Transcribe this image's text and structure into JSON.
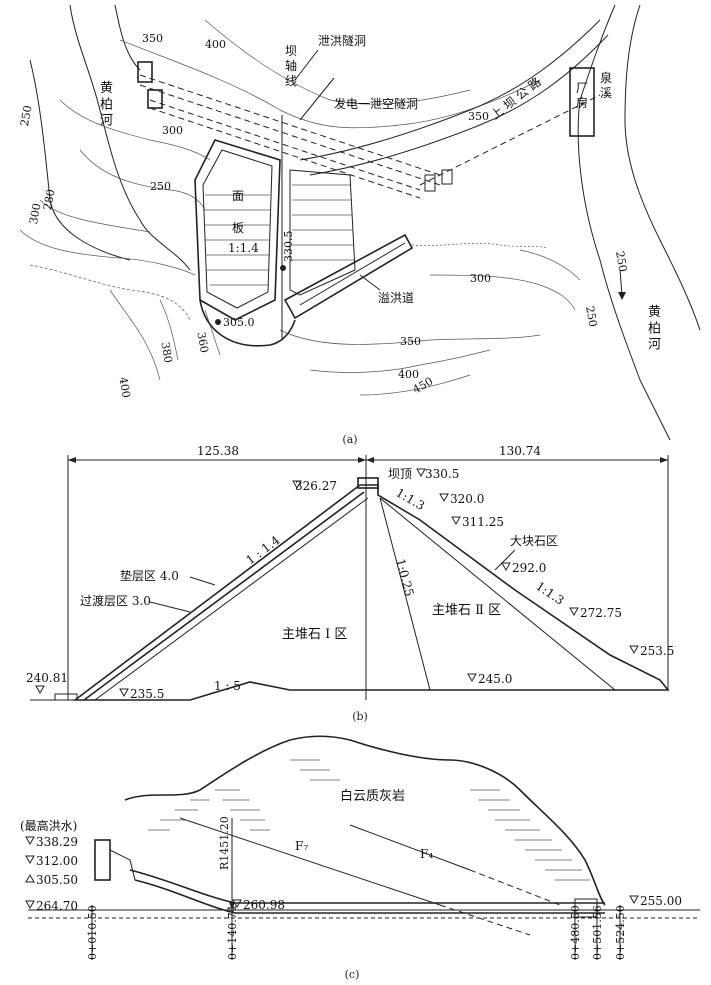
{
  "plan": {
    "caption": "(a)",
    "labels": {
      "river_left": "黄\n柏\n河",
      "river_right": "黄\n柏\n河",
      "dam_axis": "坝\n轴\n线",
      "spillway_tunnel": "泄洪隧洞",
      "power_tunnel": "发电一泄空隧洞",
      "road": "上 坝 公 路",
      "powerhouse": "厂\n房",
      "creek": "泉\n溪",
      "face_slab_1": "面",
      "face_slab_2": "板",
      "slope": "1:1.4",
      "spillway": "溢洪道",
      "elev_crest": "330.5",
      "elev_toe": "305.0"
    },
    "contours": [
      "350",
      "400",
      "250",
      "300",
      "250",
      "300",
      "280",
      "350",
      "300",
      "250",
      "250",
      "400",
      "380",
      "360",
      "350",
      "400",
      "450"
    ]
  },
  "section": {
    "caption": "(b)",
    "dim_left": "125.38",
    "dim_right": "130.74",
    "crest": "坝顶",
    "elevations": {
      "e330": "330.5",
      "e326": "326.27",
      "e320": "320.0",
      "e311": "311.25",
      "e292": "292.0",
      "e272": "272.75",
      "e253": "253.5",
      "e245": "245.0",
      "e240": "240.81",
      "e235": "235.5"
    },
    "slopes": {
      "upstream": "1 : 1.4",
      "downstream_top": "1:1.3",
      "downstream_bottom": "1:1.3",
      "core": "1:0.25",
      "foundation": "1 : 5"
    },
    "zones": {
      "cushion": "垫层区 4.0",
      "transition": "过渡层区 3.0",
      "rock1": "主堆石 I 区",
      "rock2": "主堆石 Ⅱ 区",
      "bigrock": "大块石区"
    }
  },
  "tunnel": {
    "caption": "(c)",
    "rock": "白云质灰岩",
    "flood_label": "(最高洪水)",
    "elevations": {
      "e338": "338.29",
      "e312": "312.00",
      "e305": "305.50",
      "e264": "264.70",
      "e260": "260.98",
      "e255": "255.00"
    },
    "radius": "R1451.20",
    "faults": {
      "f7": "F₇",
      "f4": "F₄"
    },
    "stations": [
      "0+010.50",
      "0+140.74",
      "0+480.50",
      "0+501.56",
      "0+524.50"
    ]
  }
}
